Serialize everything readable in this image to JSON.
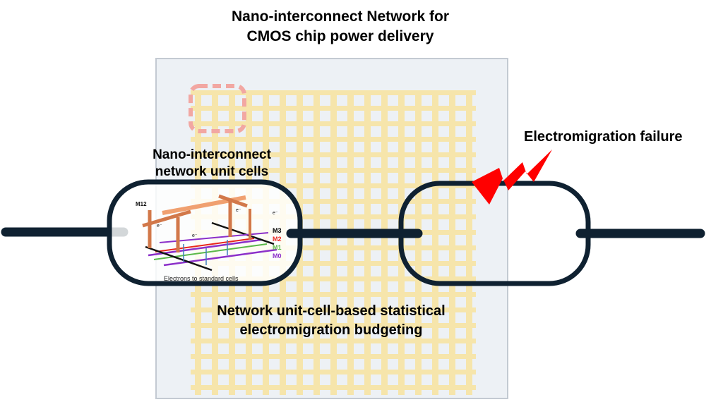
{
  "title": {
    "line1": "Nano-interconnect Network for",
    "line2": "CMOS chip power delivery"
  },
  "labels": {
    "unit_cells_line1": "Nano-interconnect",
    "unit_cells_line2": "network unit cells",
    "budgeting_line1": "Network unit-cell-based statistical",
    "budgeting_line2": "electromigration budgeting",
    "failure": "Electromigration failure"
  },
  "unit_cell": {
    "top_layer": "M12",
    "layers": [
      {
        "name": "M3",
        "color": "#000000"
      },
      {
        "name": "M2",
        "color": "#e8261c"
      },
      {
        "name": "M1",
        "color": "#5ab84a"
      },
      {
        "name": "M0",
        "color": "#8b2fc9"
      }
    ],
    "electron": "e⁻",
    "caption": "Electrons to standard cells"
  },
  "colors": {
    "chain": "#0f2131",
    "grid": "#f7e4a3",
    "highlight": "#f2a7a2",
    "bolt": "#ff0000",
    "pillar": "#d2784a",
    "top_bar": "#f0a070"
  }
}
